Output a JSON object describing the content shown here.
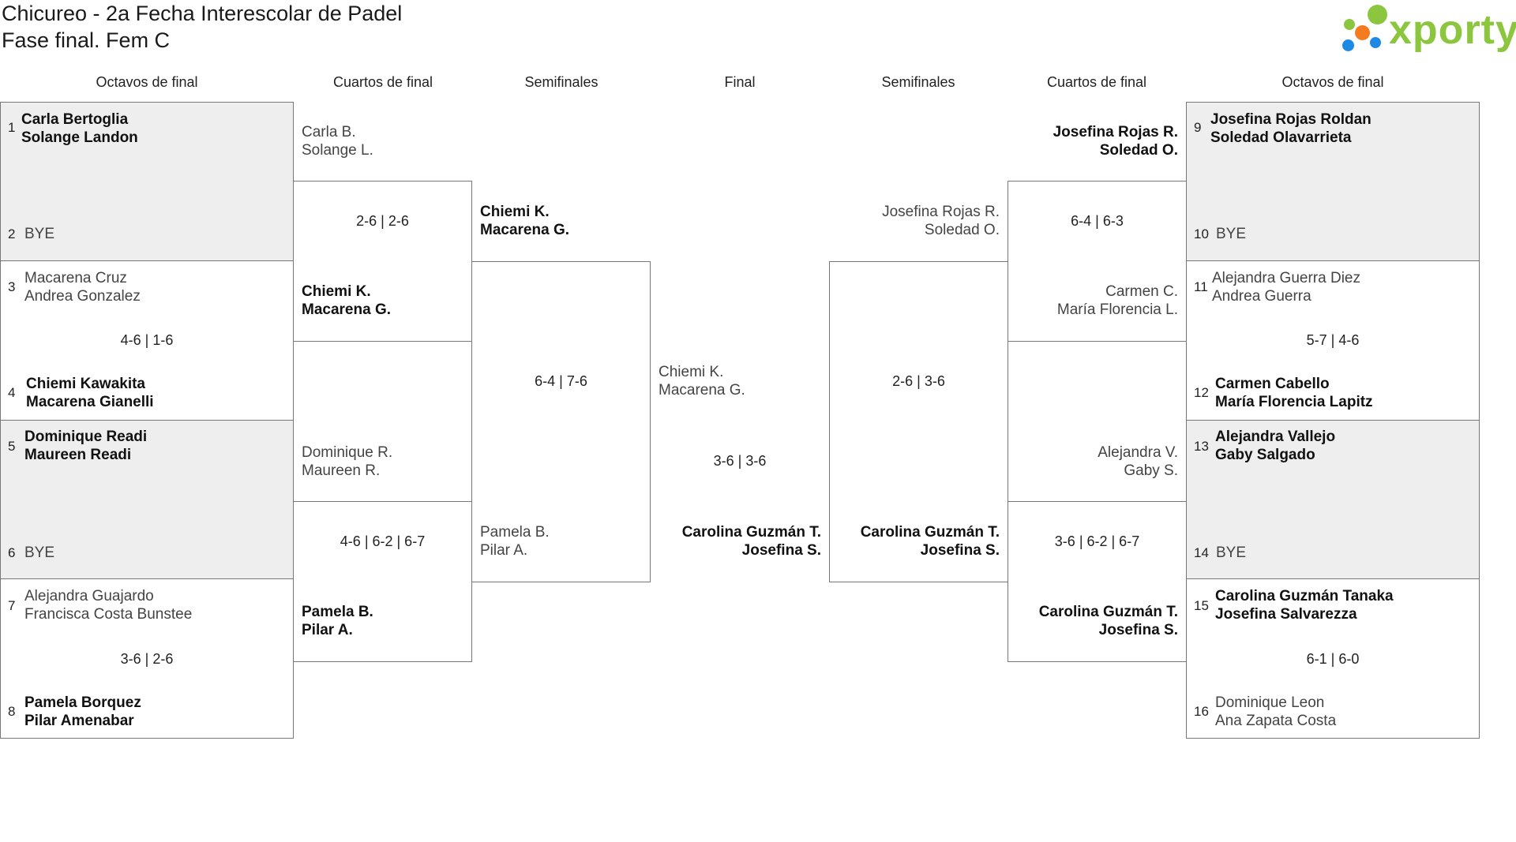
{
  "header": {
    "title": "Chicureo - 2a Fecha Interescolar de Padel",
    "subtitle": "Fase final. Fem C"
  },
  "logo": {
    "text": "xporty",
    "colors": [
      "#8cc63f",
      "#f47b20",
      "#1e88e5"
    ]
  },
  "rounds": [
    "Octavos de final",
    "Cuartos de final",
    "Semifinales",
    "Final",
    "Semifinales",
    "Cuartos de final",
    "Octavos de final"
  ],
  "left": {
    "r16": [
      {
        "seed_a": "1",
        "a1": "Carla Bertoglia",
        "a2": "Solange Landon",
        "seed_b": "2",
        "b1": "BYE",
        "b2": "",
        "score": ""
      },
      {
        "seed_a": "3",
        "a1": "Macarena Cruz",
        "a2": "Andrea Gonzalez",
        "seed_b": "4",
        "b1": "Chiemi Kawakita",
        "b2": "Macarena Gianelli",
        "score": "4-6 | 1-6"
      },
      {
        "seed_a": "5",
        "a1": "Dominique Readi",
        "a2": "Maureen Readi",
        "seed_b": "6",
        "b1": "BYE",
        "b2": "",
        "score": ""
      },
      {
        "seed_a": "7",
        "a1": "Alejandra Guajardo",
        "a2": "Francisca Costa Bunstee",
        "seed_b": "8",
        "b1": "Pamela Borquez",
        "b2": "Pilar Amenabar",
        "score": "3-6 | 2-6"
      }
    ],
    "qf": [
      {
        "a1": "Carla B.",
        "a2": "Solange L.",
        "b1": "Chiemi K.",
        "b2": "Macarena G.",
        "score": "2-6 | 2-6"
      },
      {
        "a1": "Dominique R.",
        "a2": "Maureen R.",
        "b1": "Pamela B.",
        "b2": "Pilar A.",
        "score": "4-6 | 6-2 | 6-7"
      }
    ],
    "sf": {
      "a1": "Chiemi K.",
      "a2": "Macarena G.",
      "b1": "Pamela B.",
      "b2": "Pilar A.",
      "score": "6-4 | 7-6"
    }
  },
  "final": {
    "a1": "Chiemi K.",
    "a2": "Macarena G.",
    "b1": "Carolina Guzmán T.",
    "b2": "Josefina S.",
    "score": "3-6 | 3-6"
  },
  "right": {
    "r16": [
      {
        "seed_a": "9",
        "a1": "Josefina Rojas Roldan",
        "a2": "Soledad Olavarrieta",
        "seed_b": "10",
        "b1": "BYE",
        "b2": "",
        "score": ""
      },
      {
        "seed_a": "11",
        "a1": "Alejandra Guerra Diez",
        "a2": "Andrea Guerra",
        "seed_b": "12",
        "b1": "Carmen Cabello",
        "b2": "María Florencia Lapitz",
        "score": "5-7 | 4-6"
      },
      {
        "seed_a": "13",
        "a1": "Alejandra Vallejo",
        "a2": "Gaby Salgado",
        "seed_b": "14",
        "b1": "BYE",
        "b2": "",
        "score": ""
      },
      {
        "seed_a": "15",
        "a1": "Carolina Guzmán Tanaka",
        "a2": "Josefina Salvarezza",
        "seed_b": "16",
        "b1": "Dominique Leon",
        "b2": "Ana Zapata Costa",
        "score": "6-1 | 6-0"
      }
    ],
    "qf": [
      {
        "a1": "Josefina Rojas R.",
        "a2": "Soledad O.",
        "b1": "Carmen C.",
        "b2": "María Florencia L.",
        "score": "6-4 | 6-3"
      },
      {
        "a1": "Alejandra V.",
        "a2": "Gaby S.",
        "b1": "Carolina Guzmán T.",
        "b2": "Josefina S.",
        "score": "3-6 | 6-2 | 6-7"
      }
    ],
    "sf": {
      "a1": "Josefina Rojas R.",
      "a2": "Soledad O.",
      "b1": "Carolina Guzmán T.",
      "b2": "Josefina S.",
      "score": "2-6 | 3-6"
    }
  }
}
